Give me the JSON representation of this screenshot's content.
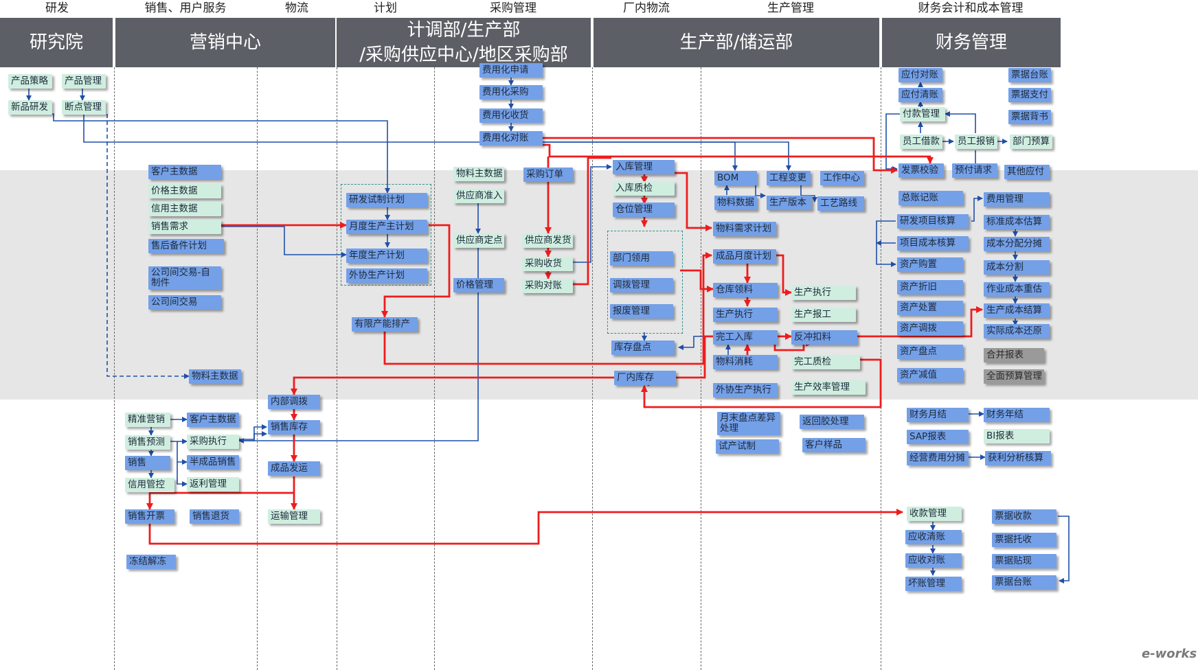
{
  "categories": {
    "c1": "研发",
    "c2": "销售、用户服务",
    "c3": "物流",
    "c4": "计划",
    "c5": "采购管理",
    "c6": "厂内物流",
    "c7": "生产管理",
    "c8": "财务会计和成本管理"
  },
  "headers": {
    "h1": "研究院",
    "h2": "营销中心",
    "h3": "计调部/生产部\n/采购供应中心/地区采购部",
    "h4": "生产部/储运部",
    "h5": "财务管理"
  },
  "nodes": {
    "n001": "产品策略",
    "n002": "产品管理",
    "n003": "新品研发",
    "n004": "断点管理",
    "n005": "客户主数据",
    "n006": "价格主数据",
    "n007": "信用主数据",
    "n008": "销售需求",
    "n009": "售后备件计划",
    "n010": "公司间交易-自制件",
    "n011": "公司间交易",
    "n012": "物料主数据",
    "n013": "精准营销",
    "n014": "客户主数据",
    "n015": "销售预测",
    "n016": "采购执行",
    "n017": "销售",
    "n018": "半成品销售",
    "n019": "信用管控",
    "n020": "返利管理",
    "n021": "销售开票",
    "n022": "销售退货",
    "n023": "冻结解冻",
    "n024": "内部调拨",
    "n025": "销售库存",
    "n026": "成品发运",
    "n027": "运输管理",
    "n028": "研发试制计划",
    "n029": "月度生产主计划",
    "n030": "年度生产计划",
    "n031": "外协生产计划",
    "n032": "有限产能排产",
    "n033": "费用化申请",
    "n034": "费用化采购",
    "n035": "费用化收货",
    "n036": "费用化对账",
    "n037": "物料主数据",
    "n038": "供应商准入",
    "n039": "供应商定点",
    "n040": "价格管理",
    "n041": "采购订单",
    "n042": "供应商发货",
    "n043": "采购收货",
    "n044": "采购对账",
    "n045": "入库管理",
    "n046": "入库质检",
    "n047": "仓位管理",
    "n048": "部门领用",
    "n049": "调拨管理",
    "n050": "报废管理",
    "n051": "库存盘点",
    "n052": "厂内库存",
    "n053": "BOM",
    "n054": "工程变更",
    "n055": "工作中心",
    "n056": "物料数据",
    "n057": "生产版本",
    "n058": "工艺路线",
    "n059": "物料需求计划",
    "n060": "成品月度计划",
    "n061": "仓库领料",
    "n062": "生产执行",
    "n063": "生产执行",
    "n064": "生产报工",
    "n065": "完工入库",
    "n066": "反冲扣料",
    "n067": "物料消耗",
    "n068": "完工质检",
    "n069": "外协生产执行",
    "n070": "生产效率管理",
    "n071": "月末盘点差异处理",
    "n072": "返回胶处理",
    "n073": "试产试制",
    "n074": "客户样品",
    "n075": "应付对账",
    "n076": "票据台账",
    "n077": "应付清账",
    "n078": "票据支付",
    "n079": "付款管理",
    "n080": "票据背书",
    "n081": "员工借款",
    "n082": "员工报销",
    "n083": "部门预算",
    "n084": "发票校验",
    "n085": "预付请求",
    "n086": "其他应付",
    "n087": "总账记账",
    "n088": "费用管理",
    "n089": "研发项目核算",
    "n090": "标准成本估算",
    "n091": "项目成本核算",
    "n092": "成本分配分摊",
    "n093": "资产购置",
    "n094": "成本分割",
    "n095": "资产折旧",
    "n096": "作业成本重估",
    "n097": "资产处置",
    "n098": "生产成本结算",
    "n099": "资产调拨",
    "n100": "实际成本还原",
    "n101": "资产盘点",
    "n102": "合并报表",
    "n103": "资产减值",
    "n104": "全面预算管理",
    "n105": "财务月结",
    "n106": "财务年结",
    "n107": "SAP报表",
    "n108": "BI报表",
    "n109": "经营费用分摊",
    "n110": "获利分析核算",
    "n111": "收款管理",
    "n112": "票据收款",
    "n113": "应收清账",
    "n114": "票据托收",
    "n115": "应收对账",
    "n116": "票据贴现",
    "n117": "坏账管理",
    "n118": "票据台账"
  },
  "watermark": "e-works",
  "colors": {
    "header": "#5d5f66",
    "band": "#e6e6e6",
    "node_blue": "#74a0e8",
    "node_green": "#cfeee0",
    "node_gray": "#9a9a9a",
    "flow_red": "#ee1c1c",
    "flow_blue": "#1f4fa8",
    "group_border": "#2e8f8a"
  }
}
